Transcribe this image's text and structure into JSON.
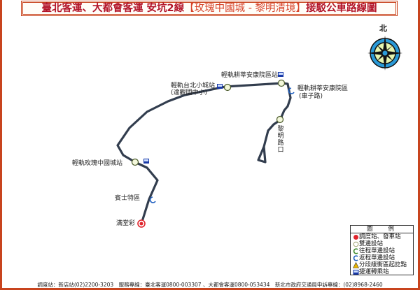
{
  "title": {
    "prefix": "臺北客運、大都會客運 安坑2線",
    "highlight": "【玫瑰中國城 - 黎明清境】",
    "suffix": "接駁公車路線圖"
  },
  "compass": {
    "north_label": "北"
  },
  "route": {
    "color": "#323d4e",
    "stops": [
      {
        "name": "滿堂彩",
        "type": "terminal"
      },
      {
        "name": "賓士特區",
        "type": "return-only"
      },
      {
        "name": "輕軌玫瑰中國城站",
        "type": "both-way",
        "transfer": true
      },
      {
        "name": "輕軌台北小城站",
        "sub": "(達觀國中小)",
        "type": "both-way",
        "transfer": true
      },
      {
        "name": "輕軌耕莘安康院區站",
        "type": "both-way",
        "transfer": true
      },
      {
        "name": "輕軌耕莘安康院區",
        "sub": "(車子路)",
        "type": "return-only"
      },
      {
        "name": "黎明路口",
        "type": "both-way"
      }
    ]
  },
  "legend": {
    "title_left": "圖",
    "title_right": "例",
    "items": [
      {
        "label": "調度站、發車站",
        "symbol": "terminal",
        "color": "#e0242c"
      },
      {
        "label": "雙邊設站",
        "symbol": "both-way",
        "color": "#9aa06a"
      },
      {
        "label": "往程單邊設站",
        "symbol": "outbound-only",
        "color": "#3d8a2e"
      },
      {
        "label": "返程單邊設站",
        "symbol": "return-only",
        "color": "#2060c0"
      },
      {
        "label": "分段緩衝區起訖點",
        "symbol": "fare-section",
        "color": "#e8b400"
      },
      {
        "label": "捷運轉乘站",
        "symbol": "transfer",
        "color": "#1a3aa8"
      }
    ]
  },
  "footer": "調度站：新店站(02)2200-3203　服務專線：臺北客運0800-003307 、大都會客運0800-053434　新北市政府交通局申訴專線：(02)8968-2460"
}
